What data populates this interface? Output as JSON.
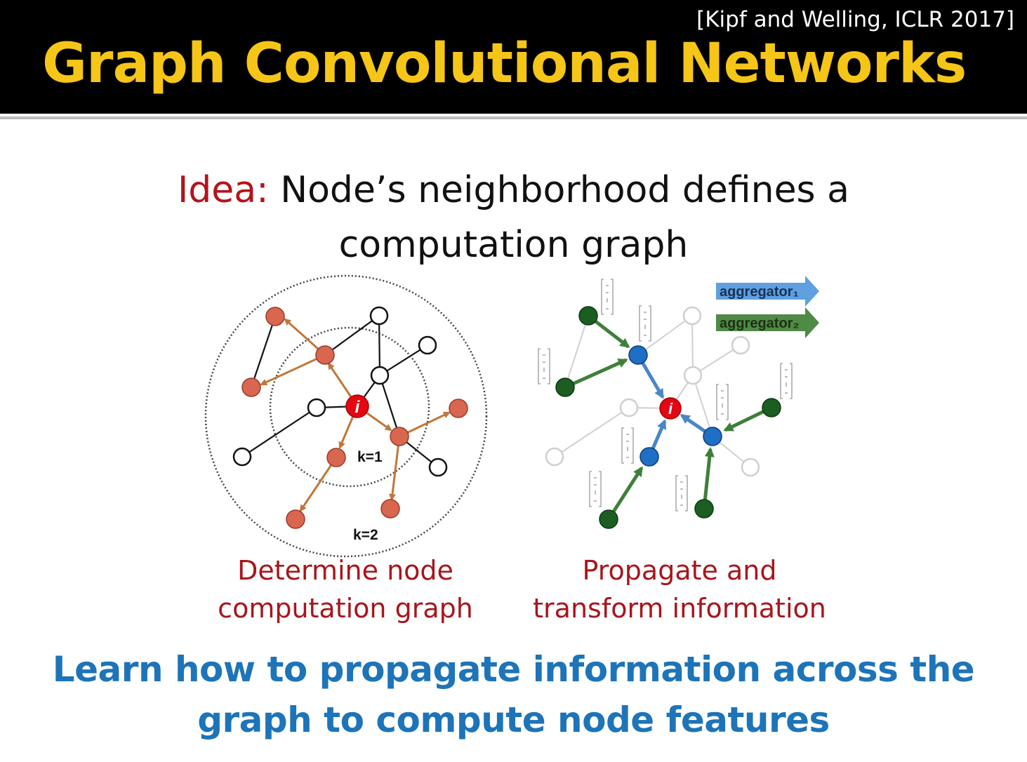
{
  "slide": {
    "citation": "[Kipf and Welling, ICLR 2017]",
    "title": "Graph Convolutional Networks",
    "idea_keyword": "Idea:",
    "idea_text_line1": "Node’s neighborhood defines a",
    "idea_text_line2": "computation graph",
    "left_caption_line1": "Determine node",
    "left_caption_line2": "computation graph",
    "right_caption_line1": "Propagate and",
    "right_caption_line2": "transform information",
    "bottom_line1": "Learn how to propagate information across the",
    "bottom_line2": "graph to compute node features"
  },
  "left_diagram": {
    "center_label": "i",
    "inner_ring_label": "k=1",
    "outer_ring_label": "k=2"
  },
  "right_diagram": {
    "center_label": "i",
    "legend_1": "aggregator₁",
    "legend_2": "aggregator₂"
  },
  "colors": {
    "title": "#f5c518",
    "idea_keyword": "#b5121b",
    "caption": "#a8151c",
    "bottom_text": "#1d74b8",
    "node_target": "#e30613",
    "node_neighbor": "#d9664f",
    "edge_neighbor": "#c0773a",
    "node_hop1": "#1f6fc4",
    "node_hop2": "#1c5e22",
    "arrow_hop1": "#4a86c8",
    "arrow_hop2": "#3f7f3a",
    "legend_1": "#5ea0e0",
    "legend_2": "#4f8a46"
  }
}
